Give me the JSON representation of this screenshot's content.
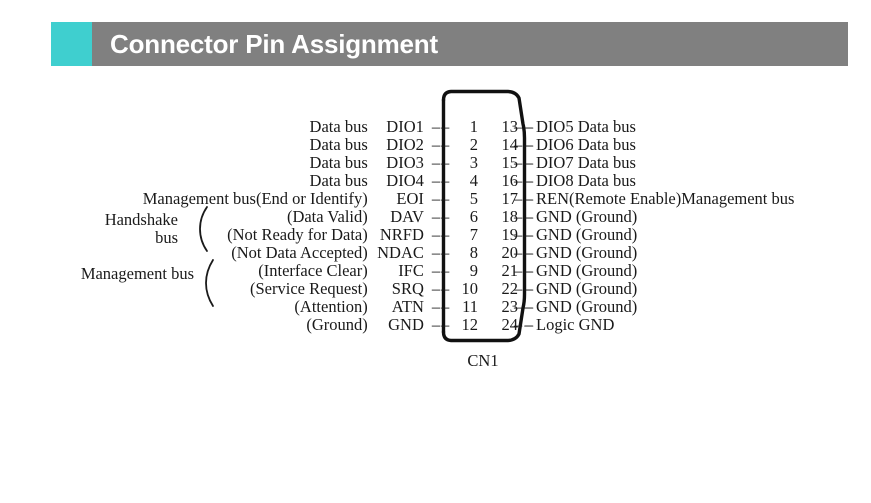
{
  "header": {
    "title": "Connector Pin Assignment",
    "accent_color": "#3fcfcf",
    "bar_color": "#808080",
    "title_color": "#ffffff"
  },
  "connector": {
    "caption": "CN1",
    "shape": "d-sub-shell",
    "outline_color": "#000000"
  },
  "groups": [
    {
      "name": "handshake-bus",
      "label_line1": "Handshake",
      "label_line2": "bus",
      "bracket": "("
    },
    {
      "name": "management-bus",
      "label_line1": "Management bus",
      "label_line2": "",
      "bracket": "("
    }
  ],
  "pins_left": [
    {
      "pin": "1",
      "signal": "DIO1",
      "desc": "Data bus",
      "group": ""
    },
    {
      "pin": "2",
      "signal": "DIO2",
      "desc": "Data bus",
      "group": ""
    },
    {
      "pin": "3",
      "signal": "DIO3",
      "desc": "Data bus",
      "group": ""
    },
    {
      "pin": "4",
      "signal": "DIO4",
      "desc": "Data bus",
      "group": ""
    },
    {
      "pin": "5",
      "signal": "EOI",
      "desc": "Management bus(End or Identify)",
      "group": ""
    },
    {
      "pin": "6",
      "signal": "DAV",
      "desc": "(Data Valid)",
      "group": "handshake"
    },
    {
      "pin": "7",
      "signal": "NRFD",
      "desc": "(Not Ready for Data)",
      "group": "handshake"
    },
    {
      "pin": "8",
      "signal": "NDAC",
      "desc": "(Not Data Accepted)",
      "group": "handshake"
    },
    {
      "pin": "9",
      "signal": "IFC",
      "desc": "(Interface Clear)",
      "group": "management"
    },
    {
      "pin": "10",
      "signal": "SRQ",
      "desc": "(Service Request)",
      "group": "management"
    },
    {
      "pin": "11",
      "signal": "ATN",
      "desc": "(Attention)",
      "group": "management"
    },
    {
      "pin": "12",
      "signal": "GND",
      "desc": "(Ground)",
      "group": ""
    }
  ],
  "pins_right": [
    {
      "pin": "13",
      "text": "DIO5 Data bus"
    },
    {
      "pin": "14",
      "text": "DIO6 Data bus"
    },
    {
      "pin": "15",
      "text": "DIO7 Data bus"
    },
    {
      "pin": "16",
      "text": "DIO8 Data bus"
    },
    {
      "pin": "17",
      "text": "REN(Remote Enable)Management bus"
    },
    {
      "pin": "18",
      "text": "GND (Ground)"
    },
    {
      "pin": "19",
      "text": "GND (Ground)"
    },
    {
      "pin": "20",
      "text": "GND (Ground)"
    },
    {
      "pin": "21",
      "text": "GND (Ground)"
    },
    {
      "pin": "22",
      "text": "GND (Ground)"
    },
    {
      "pin": "23",
      "text": "GND (Ground)"
    },
    {
      "pin": "24",
      "text": "Logic GND"
    }
  ]
}
